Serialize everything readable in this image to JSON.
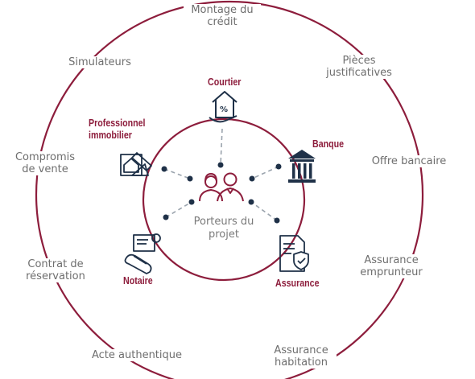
{
  "center": {
    "label": "Porteurs du\nprojet"
  },
  "inner_nodes": {
    "courtier": "Courtier",
    "banque": "Banque",
    "assurance": "Assurance",
    "notaire": "Notaire",
    "professionnel": "Professionnel\nimmobilier"
  },
  "outer_labels": {
    "montage": "Montage du\ncrédit",
    "pieces": "Pièces\njustificatives",
    "offre": "Offre bancaire",
    "assurance_emprunteur": "Assurance\nemprunteur",
    "assurance_habitation": "Assurance\nhabitation",
    "acte": "Acte authentique",
    "contrat": "Contrat de\nréservation",
    "compromis": "Compromis\nde vente",
    "simulateurs": "Simulateurs"
  },
  "colors": {
    "ring": "#8d1d3c",
    "icon": "#1f3148",
    "dash": "#9aa3ad",
    "dot": "#1f3148"
  }
}
